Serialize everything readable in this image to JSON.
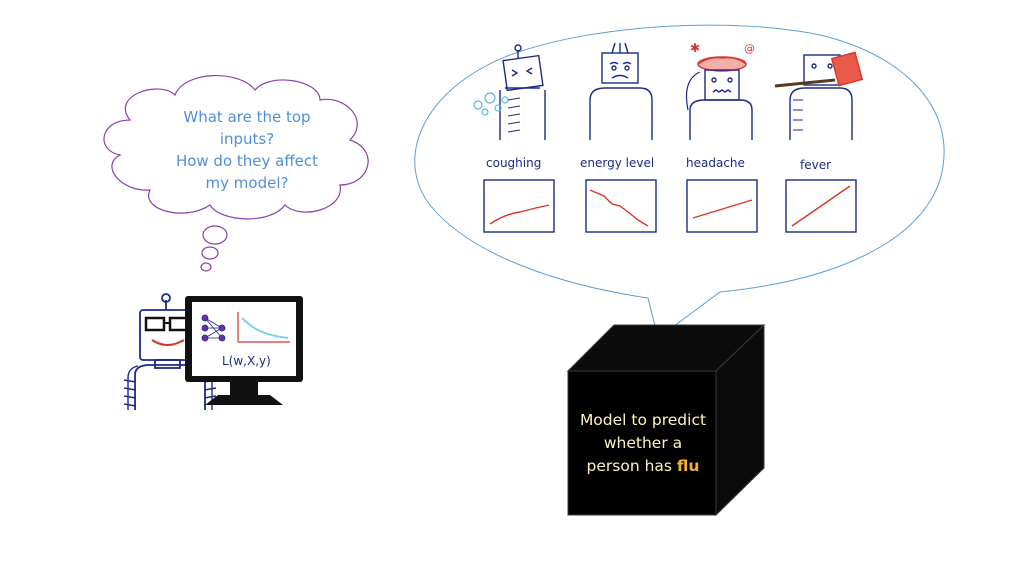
{
  "thought": {
    "line1": "What are the top",
    "line2": "inputs?",
    "line3": "How do they affect",
    "line4": "my model?"
  },
  "screen": {
    "formula": "L(w,X,y)"
  },
  "features": [
    {
      "label": "coughing",
      "trend": "increasing"
    },
    {
      "label": "energy level",
      "trend": "decreasing"
    },
    {
      "label": "headache",
      "trend": "increasing"
    },
    {
      "label": "fever",
      "trend": "increasing"
    }
  ],
  "black_box": {
    "line1": "Model to predict",
    "line2": "whether a",
    "line3_prefix": "person has ",
    "highlight": "flu"
  },
  "colors": {
    "ink": "#1a2a88",
    "trend_line": "#d9342b",
    "thought_outline": "#8a3fae",
    "speech_outline": "#5aa0d8",
    "highlight": "#f5b02a"
  }
}
